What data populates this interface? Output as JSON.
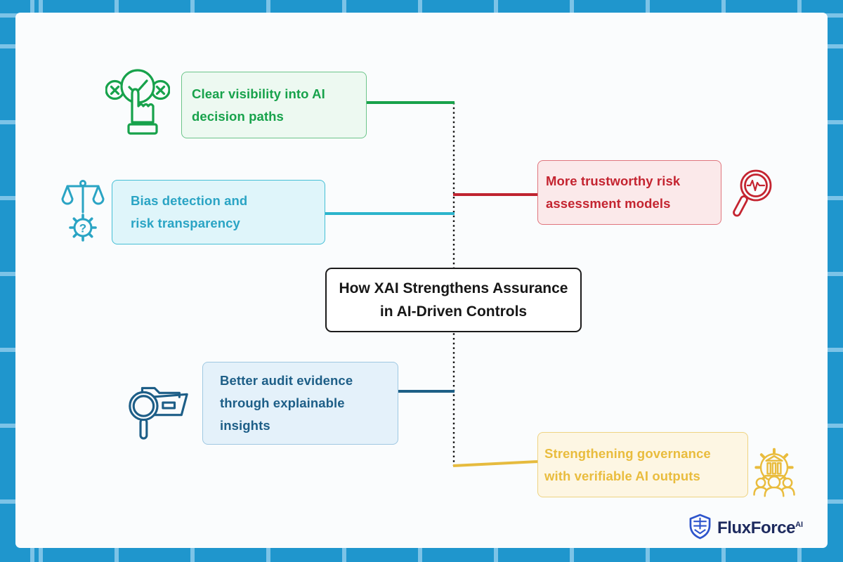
{
  "center": {
    "title": "How XAI Strengthens Assurance\nin AI-Driven Controls",
    "bg": "#ffffff",
    "border_color": "#1b1b1b"
  },
  "nodes": [
    {
      "id": "decision-paths",
      "label": "Clear visibility into AI\ndecision paths",
      "icon": "choice-check-icon",
      "text_color": "#17a24b",
      "bg": "#edf9f1",
      "border": "#6cc58a",
      "line_color": "#18a24b"
    },
    {
      "id": "bias-detection",
      "label": "Bias detection and\nrisk transparency",
      "icon": "scale-gear-icon",
      "text_color": "#2aa4c4",
      "bg": "#dff5fa",
      "border": "#45bfd6",
      "line_color": "#2cb4cc"
    },
    {
      "id": "risk-models",
      "label": "More trustworthy risk\nassessment models",
      "icon": "pulse-magnifier-icon",
      "text_color": "#c42430",
      "bg": "#fbe9ea",
      "border": "#e0757d",
      "line_color": "#bf2430"
    },
    {
      "id": "audit-evidence",
      "label": "Better audit evidence\nthrough explainable\ninsights",
      "icon": "folder-magnifier-icon",
      "text_color": "#1d5e87",
      "bg": "#e4f1fa",
      "border": "#9fc8e2",
      "line_color": "#1d5f86"
    },
    {
      "id": "governance",
      "label": "Strengthening governance\nwith verifiable AI outputs",
      "icon": "governance-gear-icon",
      "text_color": "#e9bc3d",
      "bg": "#fdf6e3",
      "border": "#eed382",
      "line_color": "#e6bb3e"
    }
  ],
  "logo": {
    "brand": "FluxForce",
    "superscript": "AI",
    "shield_color": "#2e55cc",
    "text_color": "#1d2a5e"
  },
  "colors": {
    "canvas_blue": "#1f96cd",
    "grid_line": "#7cc3e7",
    "card_bg": "#fafcfd",
    "dotted_line": "#141414"
  }
}
